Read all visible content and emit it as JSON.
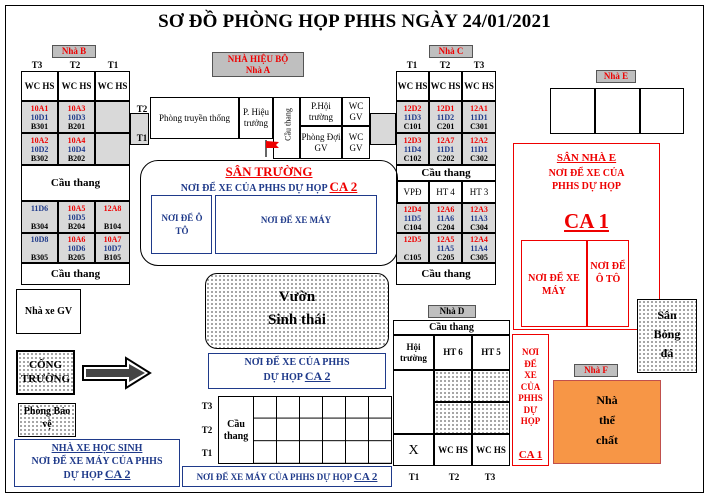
{
  "title": "SƠ ĐỒ PHÒNG HỌP PHHS NGÀY 24/01/2021",
  "nhaB": {
    "tag": "Nhà B",
    "floors": [
      "T3",
      "T2",
      "T1"
    ],
    "wc": [
      "WC HS",
      "WC HS",
      "WC HS"
    ],
    "r1a": [
      "10A1",
      "10D1",
      "B301"
    ],
    "r1b": [
      "10A3",
      "10D3",
      "B201"
    ],
    "r2a": [
      "10A2",
      "10D2",
      "B302"
    ],
    "r2b": [
      "10A4",
      "10D4",
      "B202"
    ],
    "stairs": "Cầu thang",
    "r3a": [
      "11D6",
      "B304"
    ],
    "r3b": [
      "10A5",
      "10D5",
      "B204"
    ],
    "r3c": [
      "12A8",
      "B104"
    ],
    "r4a": [
      "10D8",
      "B305"
    ],
    "r4b": [
      "10A6",
      "10D6",
      "B205"
    ],
    "r4c": [
      "10A7",
      "10D7",
      "B105"
    ],
    "stairs2": "Cầu thang"
  },
  "nhaA": {
    "tag1": "NHÀ HIỆU BỘ",
    "tag2": "Nhà A",
    "t2": "T2",
    "t1": "T1",
    "phongTT": "Phòng truyền thống",
    "pHieuTruong": "P. Hiệu trưởng",
    "cauThang": "Cầu thang",
    "pHoiTruong": "P.Hội trường",
    "phongDoiGV": "Phòng Đợi GV",
    "wcgv1": "WC GV",
    "wcgv2": "WC GV"
  },
  "nhaC": {
    "tag": "Nhà C",
    "floors": [
      "T1",
      "T2",
      "T3"
    ],
    "wc": [
      "WC HS",
      "WC HS",
      "WC HS"
    ],
    "r1": [
      [
        "12D2",
        "11D3",
        "C101"
      ],
      [
        "12D1",
        "11D2",
        "C201"
      ],
      [
        "12A1",
        "11D1",
        "C301"
      ]
    ],
    "r2": [
      [
        "12D3",
        "11D4",
        "C102"
      ],
      [
        "12A7",
        "11D1",
        "C202"
      ],
      [
        "12A2",
        "11D1",
        "C302"
      ]
    ],
    "stairs": "Cầu thang",
    "vpd": "VPĐ",
    "ht4": "HT 4",
    "ht3": "HT 3",
    "r3": [
      [
        "12D4",
        "11D5",
        "C104"
      ],
      [
        "12A6",
        "11A6",
        "C204"
      ],
      [
        "12A3",
        "11A3",
        "C304"
      ]
    ],
    "r4": [
      [
        "12D5",
        "C105"
      ],
      [
        "12A5",
        "11A5",
        "C205"
      ],
      [
        "12A4",
        "11A4",
        "C305"
      ]
    ],
    "stairs2": "Cầu thang"
  },
  "sanTruong": {
    "title": "SÂN TRƯỜNG",
    "ca2line": "NƠI ĐỂ XE CỦA PHHS DỰ HỌP",
    "ca2": "CA 2",
    "oto": "NƠI ĐỂ Ô TÔ",
    "xemay": "NƠI ĐỂ XE MÁY"
  },
  "nhaE": {
    "tag": "Nhà E",
    "san": "SÂN NHÀ E",
    "line": "NƠI ĐỂ XE CỦA PHHS DỰ HỌP",
    "ca1": "CA 1",
    "xemay": "NƠI ĐỂ XE MÁY",
    "oto": "NƠI ĐỂ Ô TÔ"
  },
  "left": {
    "nhaXeGV": "Nhà xe GV",
    "congTruong": "CỔNG TRƯỜNG",
    "phongBaoVe": "Phòng Bảo vệ",
    "nhaXeHS": "NHÀ XE HỌC SINH",
    "nhaXeHSline": "NƠI ĐỂ XE MÁY CỦA PHHS",
    "duHop": "DỰ HỌP",
    "ca2": "CA 2"
  },
  "vuon": {
    "line1": "Vườn",
    "line2": "Sinh thái"
  },
  "midCa2": {
    "line1": "NƠI ĐỂ XE CỦA PHHS",
    "line2": "DỰ HỌP",
    "ca2": "CA 2"
  },
  "bottomBlock": {
    "t3": "T3",
    "t2": "T2",
    "t1": "T1",
    "stairs": "Cầu thang"
  },
  "bottomStrip": {
    "line": "NƠI ĐỂ XE MÁY CỦA PHHS DỰ HỌP",
    "ca2": "CA 2"
  },
  "nhaD": {
    "tag": "Nhà D",
    "stairs": "Cầu thang",
    "hoiTruong": "Hội trường",
    "ht6": "HT 6",
    "ht5": "HT 5",
    "x": "X",
    "wc1": "WC HS",
    "wc2": "WC HS",
    "floors": [
      "T1",
      "T2",
      "T3"
    ]
  },
  "redVertical": {
    "text": "NƠI ĐỂ XE CỦA PHHS DỰ HỌP",
    "ca1": "CA 1"
  },
  "nhaF": {
    "tag": "Nhà F",
    "name": "Nhà thể chất"
  },
  "sanBongDa": "Sân Bóng đá"
}
